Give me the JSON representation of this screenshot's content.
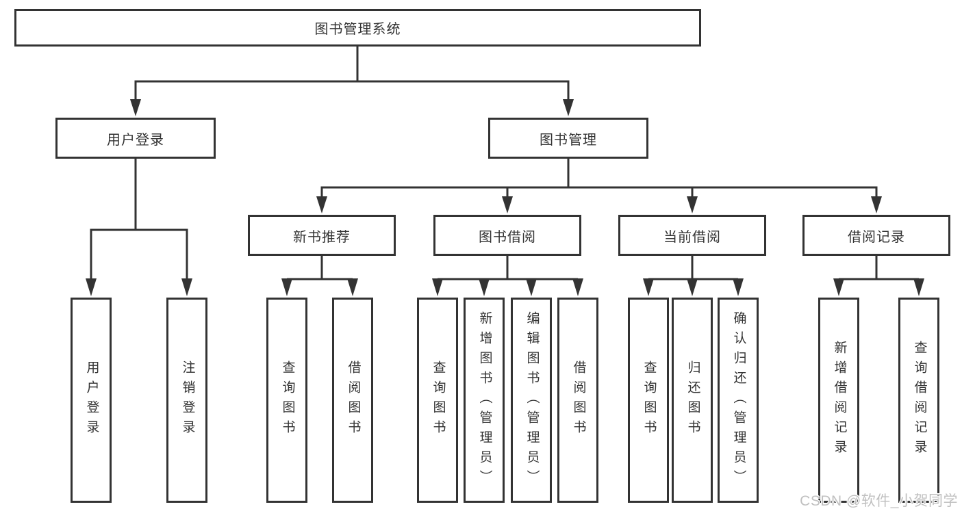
{
  "tree": {
    "root": {
      "label": "图书管理系统"
    },
    "user_login": {
      "label": "用户登录",
      "children": [
        "用户登录",
        "注销登录"
      ]
    },
    "book_mgmt": {
      "label": "图书管理",
      "children": [
        {
          "label": "新书推荐",
          "children": [
            "查询图书",
            "借阅图书"
          ]
        },
        {
          "label": "图书借阅",
          "children": [
            "查询图书",
            "新增图书（管理员）",
            "编辑图书（管理员）",
            "借阅图书"
          ]
        },
        {
          "label": "当前借阅",
          "children": [
            "查询图书",
            "归还图书",
            "确认归还（管理员）"
          ]
        },
        {
          "label": "借阅记录",
          "children": [
            "新增借阅记录",
            "查询借阅记录"
          ]
        }
      ]
    }
  },
  "watermark": {
    "text": "CSDN @软件_小贺同学"
  },
  "colors": {
    "line": "#333333",
    "text": "#333333",
    "box_background": "#ffffff",
    "watermark": "#c0c0c0",
    "background": "#ffffff"
  }
}
